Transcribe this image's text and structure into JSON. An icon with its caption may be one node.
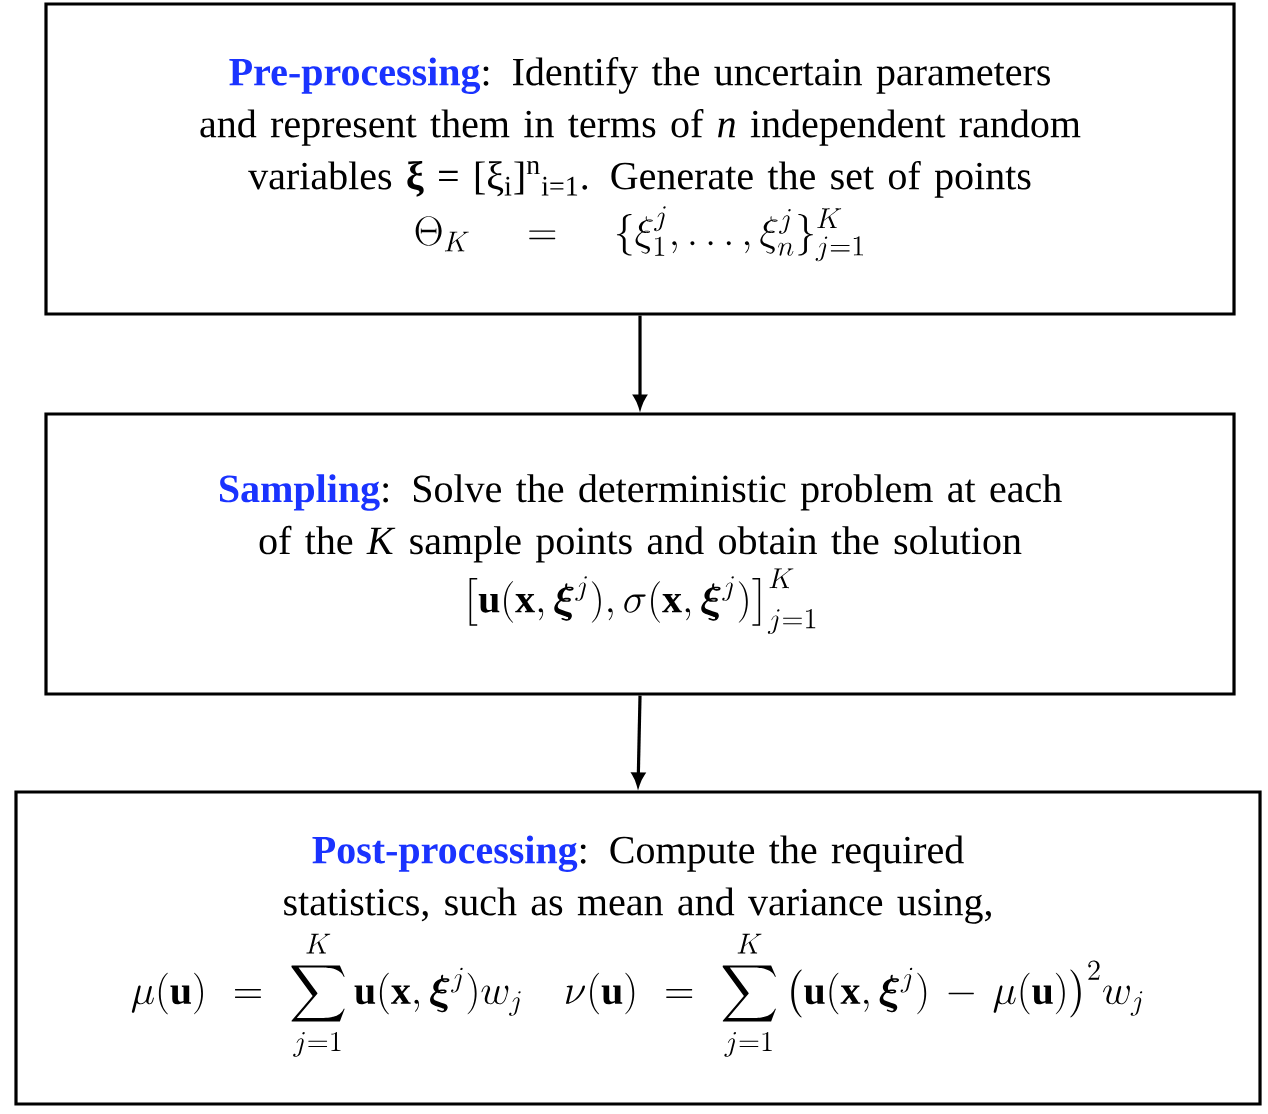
{
  "diagram": {
    "nodes": [
      {
        "text": [
          "Pre-processing",
          ": Identify the uncertain parameters and represent them in terms of *n* independent random variables **ξ** = [ξ$_{i}$]$^{n}$$_{i=1}$. Generate the set of points",
          "\\Theta_K=\\{\\xi_1^j,\\ldots,\\xi_n^j\\}_{j=1}^{K}"
        ]
      },
      {
        "text": [
          "Sampling",
          ": Solve the deterministic problem at each of the *K* sample points and obtain the solution",
          "\\big[\\mathbf{u}(\\mathbf{x},\\boldsymbol{\\xi}^j),\\sigma(\\mathbf{x},\\boldsymbol{\\xi}^j)\\big]_{j=1}^{K}"
        ]
      },
      {
        "text": [
          "Post-processing",
          ": Compute the required statistics, such as mean and variance using,",
          "\\mu(\\mathbf{u})=\\sum_{j=1}^{K}\\mathbf{u}(\\mathbf{x},\\boldsymbol{\\xi}^j)w_j\\quad\\nu(\\mathbf{u})=\\sum_{j=1}^{K}\\big(\\mathbf{u}(\\mathbf{x},\\boldsymbol{\\xi}^j)-\\mu(\\mathbf{u})\\big)^2w_j"
        ]
      }
    ],
    "edges": [
      {
        "from": 0,
        "to": 1,
        "arrow": "to"
      },
      {
        "from": 1,
        "to": 2,
        "arrow": "to"
      }
    ]
  }
}
